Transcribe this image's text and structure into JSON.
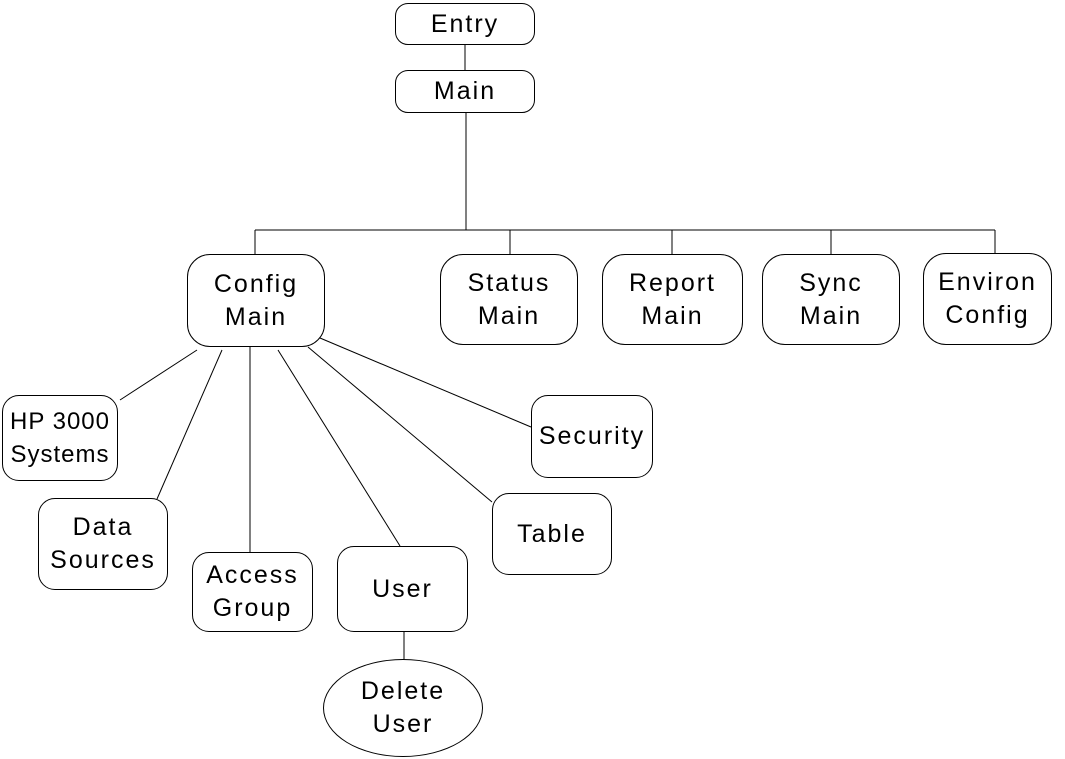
{
  "diagram": {
    "background_color": "#ffffff",
    "stroke_color": "#000000",
    "text_color": "#000000",
    "nodes": {
      "entry": {
        "lines": [
          "Entry"
        ],
        "shape": "rounded-rect"
      },
      "main": {
        "lines": [
          "Main"
        ],
        "shape": "rounded-rect"
      },
      "config_main": {
        "lines": [
          "Config",
          "Main"
        ],
        "shape": "rounded-rect"
      },
      "status_main": {
        "lines": [
          "Status",
          "Main"
        ],
        "shape": "rounded-rect"
      },
      "report_main": {
        "lines": [
          "Report",
          "Main"
        ],
        "shape": "rounded-rect"
      },
      "sync_main": {
        "lines": [
          "Sync",
          "Main"
        ],
        "shape": "rounded-rect"
      },
      "environ_config": {
        "lines": [
          "Environ",
          "Config"
        ],
        "shape": "rounded-rect"
      },
      "hp_3000_systems": {
        "lines": [
          "HP 3000",
          "Systems"
        ],
        "shape": "rounded-rect"
      },
      "data_sources": {
        "lines": [
          "Data",
          "Sources"
        ],
        "shape": "rounded-rect"
      },
      "access_group": {
        "lines": [
          "Access",
          "Group"
        ],
        "shape": "rounded-rect"
      },
      "user": {
        "lines": [
          "User"
        ],
        "shape": "rounded-rect"
      },
      "table": {
        "lines": [
          "Table"
        ],
        "shape": "rounded-rect"
      },
      "security": {
        "lines": [
          "Security"
        ],
        "shape": "rounded-rect"
      },
      "delete_user": {
        "lines": [
          "Delete",
          "User"
        ],
        "shape": "ellipse"
      }
    },
    "edges": [
      {
        "from": "entry",
        "to": "main"
      },
      {
        "from": "main",
        "to": "config_main"
      },
      {
        "from": "main",
        "to": "status_main"
      },
      {
        "from": "main",
        "to": "report_main"
      },
      {
        "from": "main",
        "to": "sync_main"
      },
      {
        "from": "main",
        "to": "environ_config"
      },
      {
        "from": "config_main",
        "to": "hp_3000_systems"
      },
      {
        "from": "config_main",
        "to": "data_sources"
      },
      {
        "from": "config_main",
        "to": "access_group"
      },
      {
        "from": "config_main",
        "to": "user"
      },
      {
        "from": "config_main",
        "to": "table"
      },
      {
        "from": "config_main",
        "to": "security"
      },
      {
        "from": "user",
        "to": "delete_user"
      }
    ]
  }
}
